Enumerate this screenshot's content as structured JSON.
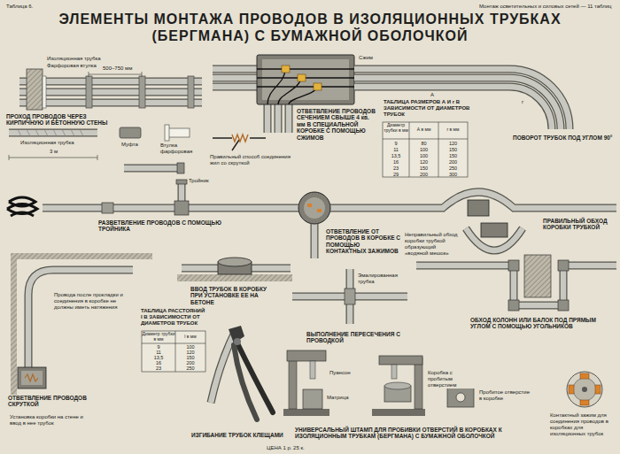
{
  "diagram": {
    "title": "ЭЛЕМЕНТЫ МОНТАЖА ПРОВОДОВ В ИЗОЛЯЦИОННЫХ ТРУБКАХ (БЕРГМАНА) С БУМАЖНОЙ ОБОЛОЧКОЙ",
    "labels": [
      "Таблица 6.",
      "Монтаж осветительных и силовых сетей — 11 таблиц",
      "Изоляционная трубка",
      "Фарфоровая втулка",
      "500–750 мм",
      "ПРОХОД ПРОВОДОВ ЧЕРЕЗ КИРПИЧНУЮ И БЕТОННУЮ СТЕНЫ",
      "Изоляционная трубка",
      "3 м",
      "Муфта",
      "Втулка фарфоровая",
      "ОТВЕТВЛЕНИЕ ПРОВОДОВ СЕЧЕНИЕМ СВЫШЕ 4 кв. мм В СПЕЦИАЛЬНОЙ КОРОБКЕ С ПОМОЩЬЮ СЖИМОВ",
      "Правильный способ соединения жил со скруткой",
      "Сжим",
      "ТАБЛИЦА РАЗМЕРОВ А И r В ЗАВИСИМОСТИ ОТ ДИАМЕТРОВ ТРУБОК",
      "Диаметр трубки в мм",
      "А в мм",
      "r в мм",
      "9",
      "80",
      "120",
      "11",
      "100",
      "150",
      "13,5",
      "100",
      "150",
      "16",
      "120",
      "200",
      "23",
      "150",
      "250",
      "29",
      "200",
      "300",
      "А",
      "r",
      "ПОВОРОТ ТРУБОК ПОД УГЛОМ 90°",
      "Тройник",
      "РАЗВЕТВЛЕНИЕ ПРОВОДОВ С ПОМОЩЬЮ ТРОЙНИКА",
      "ОТВЕТВЛЕНИЕ ОТ ПРОВОДОВ В КОРОБКЕ С ПОМОЩЬЮ КОНТАКТНЫХ ЗАЖИМОВ",
      "Неправильный обход коробки трубкой образующий «водяной мешок»",
      "ПРАВИЛЬНЫЙ ОБХОД КОРОБКИ ТРУБКОЙ",
      "Провода после прокладки и соединения в коробке не должны иметь натяжения",
      "ОТВЕТВЛЕНИЕ ПРОВОДОВ СКРУТКОЙ",
      "Установка коробки на стене и ввод в нее трубок",
      "ВВОД ТРУБОК В КОРОБКУ ПРИ УСТАНОВКЕ ЕЕ НА БЕТОНЕ",
      "ТАБЛИЦА РАССТОЯНИЙ l В ЗАВИСИМОСТИ ОТ ДИАМЕТРОВ ТРУБОК",
      "Диаметр трубки в мм",
      "l в мм",
      "9",
      "100",
      "11",
      "120",
      "13,5",
      "150",
      "16",
      "200",
      "23",
      "250",
      "ИЗГИБАНИЕ ТРУБОК КЛЕЩАМИ",
      "Эмалированная трубка",
      "ВЫПОЛНЕНИЕ ПЕРЕСЕЧЕНИЯ С ПРОВОДКОЙ",
      "ОБХОД КОЛОНН ИЛИ БАЛОК ПОД ПРЯМЫМ УГЛОМ С ПОМОЩЬЮ УГОЛЬНИКОВ",
      "Пуансон",
      "Матрица",
      "Коробка с пробитым отверстием",
      "Пробитое отверстие в коробке",
      "УНИВЕРСАЛЬНЫЙ ШТАМП ДЛЯ ПРОБИВКИ ОТВЕРСТИЙ В КОРОБКАХ К ИЗОЛЯЦИОННЫМ ТРУБКАМ (БЕРГМАНА) С БУМАЖНОЙ ОБОЛОЧКОЙ",
      "Контактный зажим для соединения проводов в коробках для изоляционных трубок",
      "ЦЕНА 1 р. 25 к."
    ]
  }
}
